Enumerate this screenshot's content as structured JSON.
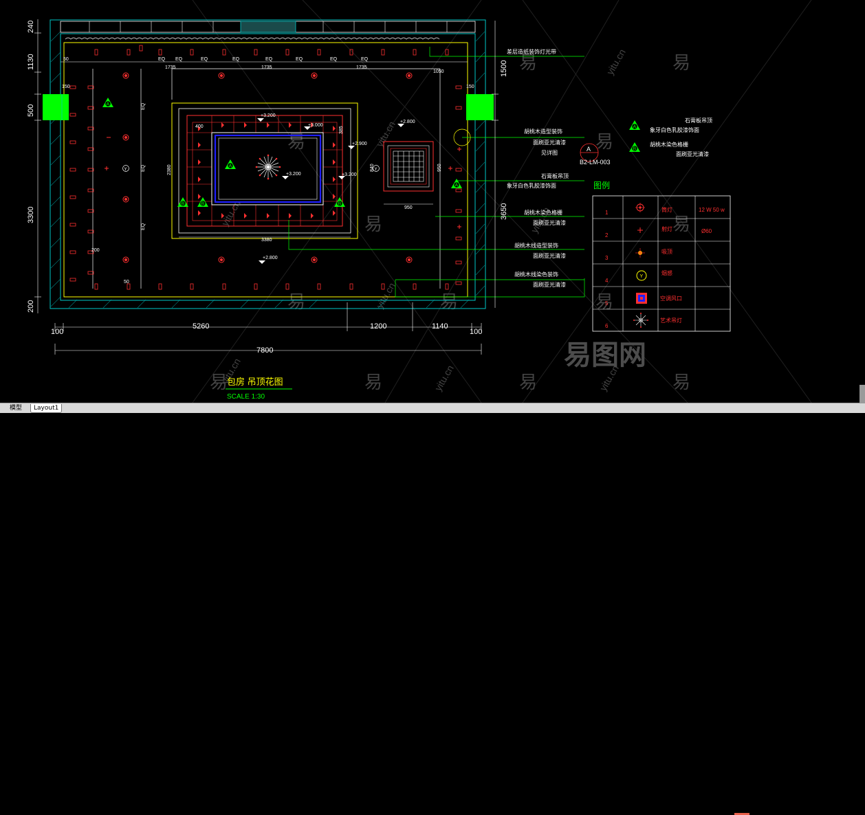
{
  "dimensions": {
    "top_240": "240",
    "left_1130": "1130",
    "left_500": "500",
    "left_3300": "3300",
    "left_200": "200",
    "right_1500": "1500",
    "right_3650": "3650",
    "bottom_100a": "100",
    "bottom_5260": "5260",
    "bottom_1200": "1200",
    "bottom_1140": "1140",
    "bottom_100b": "100",
    "bottom_7800": "7800",
    "inner_2380": "2380",
    "inner_3380": "3380",
    "inner_840": "840",
    "inner_950_v": "950",
    "inner_950_h": "950",
    "inner_400": "400",
    "inner_385": "385",
    "inner_150a": "150",
    "inner_150b": "150",
    "inner_1050": "1050",
    "inner_1735a": "1735",
    "inner_1735b": "1735",
    "inner_1735c": "1735",
    "inner_50": "50",
    "inner_200": "200"
  },
  "elevations": {
    "e1": "+3.200",
    "e2": "+3.000",
    "e3": "+2.800",
    "e4": "+2.900",
    "e5": "+3.200",
    "e6": "+3.200",
    "e7": "+2.800"
  },
  "annotations": {
    "a1": "差层造纸装饰灯光带",
    "a2": "胡桃木造型装饰",
    "a3": "面刷亚光清漆",
    "a4": "见详图",
    "a5": "石膏板吊顶",
    "a6": "象牙白色乳胶漆饰面",
    "a7": "胡桃木染色格栅",
    "a8": "面刷亚光清漆",
    "a9": "胡桃木线造型装饰",
    "a10": "面刷亚光清漆",
    "a11": "胡桃木线染色装饰",
    "a12": "面刷亚光清漆"
  },
  "section_marker": {
    "letter": "A",
    "ref": "B2-LM-003"
  },
  "material_legend": {
    "a_marker": "A",
    "a_line1": "石膏板吊顶",
    "a_line2": "象牙白色乳胶漆饰面",
    "b_marker": "B",
    "b_line1": "胡桃木染色格栅",
    "b_line2": "面刷亚光清漆"
  },
  "legend": {
    "title": "图例",
    "rows": [
      {
        "no": "1",
        "name": "筒灯",
        "spec": "12 W 50 w"
      },
      {
        "no": "2",
        "name": "射灯",
        "spec": "Ø60"
      },
      {
        "no": "3",
        "name": "吸顶",
        "spec": ""
      },
      {
        "no": "4",
        "name": "烟感",
        "spec": ""
      },
      {
        "no": "5",
        "name": "空调风口",
        "spec": ""
      },
      {
        "no": "6",
        "name": "艺术吊灯",
        "spec": ""
      }
    ]
  },
  "title_block": {
    "title": "包房    吊顶花图",
    "scale": "SCALE  1:30"
  },
  "eq_label": "EQ",
  "tag_a": "A",
  "tag_b": "B",
  "tag_y": "Y",
  "watermarks": {
    "yi": "易",
    "yitu": "yitu.cn",
    "logo": "易图网"
  },
  "tabs": {
    "model": "模型",
    "layout1": "Layout1"
  },
  "colors": {
    "background": "#000000",
    "wall_outline": "#00c8c8",
    "dimension": "#ffffff",
    "yellow": "#ffff00",
    "red": "#ff3030",
    "green_block": "#00ff00",
    "blue": "#2020ff",
    "leader_green": "#00ff00"
  }
}
